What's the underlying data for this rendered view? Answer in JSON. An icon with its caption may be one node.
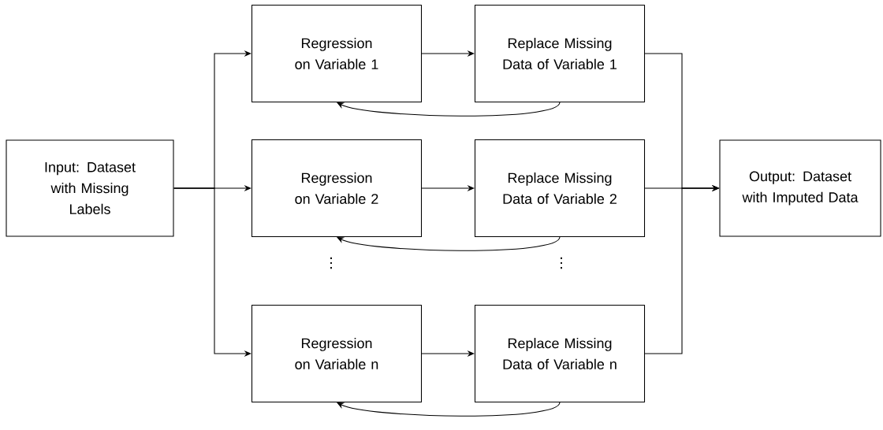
{
  "diagram": {
    "nodes": [
      {
        "text": [
          "Input: Dataset with Missing Labels"
        ]
      },
      {
        "text": [
          "Regression on Variable 1"
        ]
      },
      {
        "text": [
          "Replace Missing Data of Variable 1"
        ]
      },
      {
        "text": [
          "Regression on Variable 2"
        ]
      },
      {
        "text": [
          "Replace Missing Data of Variable 2"
        ]
      },
      {
        "text": [
          "Regression on Variable n"
        ]
      },
      {
        "text": [
          "Replace Missing Data of Variable n"
        ]
      },
      {
        "text": [
          "Output: Dataset with Imputed Data"
        ]
      }
    ],
    "edges": [
      {
        "from": 0,
        "to": 1,
        "arrow": "to"
      },
      {
        "from": 0,
        "to": 3,
        "arrow": "to"
      },
      {
        "from": 0,
        "to": 5,
        "arrow": "to"
      },
      {
        "from": 1,
        "to": 2,
        "arrow": "to"
      },
      {
        "from": 2,
        "to": 1,
        "arrow": "to"
      },
      {
        "from": 3,
        "to": 4,
        "arrow": "to"
      },
      {
        "from": 4,
        "to": 3,
        "arrow": "to"
      },
      {
        "from": 5,
        "to": 6,
        "arrow": "to"
      },
      {
        "from": 6,
        "to": 5,
        "arrow": "to"
      },
      {
        "from": 2,
        "to": 7,
        "arrow": "to"
      },
      {
        "from": 4,
        "to": 7,
        "arrow": "to"
      },
      {
        "from": 6,
        "to": 7,
        "arrow": "to"
      }
    ],
    "labels": [
      "⋮",
      "⋮"
    ]
  }
}
